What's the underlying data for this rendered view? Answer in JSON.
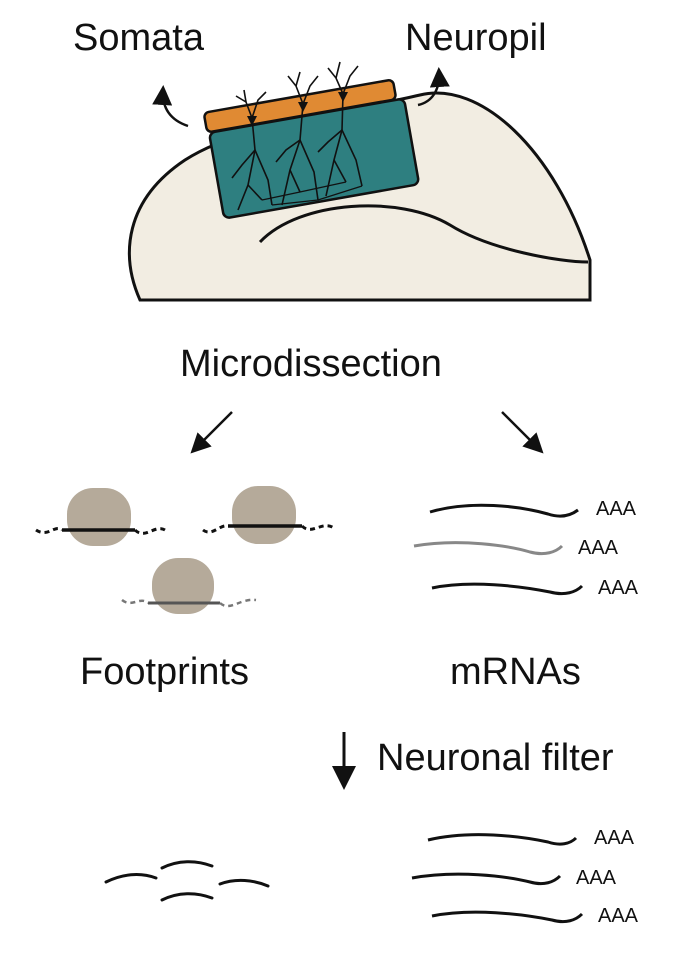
{
  "labels": {
    "somata": "Somata",
    "neuropil": "Neuropil",
    "microdissection": "Microdissection",
    "footprints": "Footprints",
    "mrnas": "mRNAs",
    "neuronal_filter": "Neuronal filter"
  },
  "polya_tail": "AAA",
  "colors": {
    "brain_fill": "#f2ede2",
    "somata_layer": "#e08a33",
    "neuropil_layer": "#2e7f80",
    "ribosome": "#b5aa9a",
    "grey_mrna": "#888888",
    "ink": "#111111"
  }
}
